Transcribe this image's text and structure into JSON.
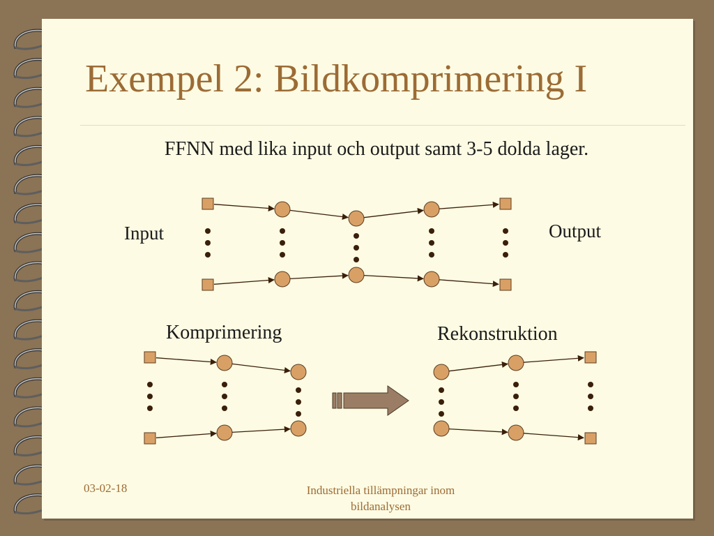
{
  "slide": {
    "title": "Exempel 2: Bildkomprimering I",
    "subtitle": "FFNN med lika input och output samt 3-5 dolda lager."
  },
  "diagram": {
    "label_input": "Input",
    "label_output": "Output",
    "label_compression": "Komprimering",
    "label_reconstruction": "Rekonstruktion",
    "colors": {
      "node_fill": "#d9a066",
      "node_stroke": "#5a3e22",
      "edge": "#3a1f0a",
      "dots": "#3a1f0a",
      "arrow_fill": "#9b7d65",
      "arrow_stroke": "#4a3a2a",
      "label_text": "#1a1a1a"
    }
  },
  "footer": {
    "date": "03-02-18",
    "line1": "Industriella tillämpningar inom",
    "line2": "bildanalysen"
  }
}
